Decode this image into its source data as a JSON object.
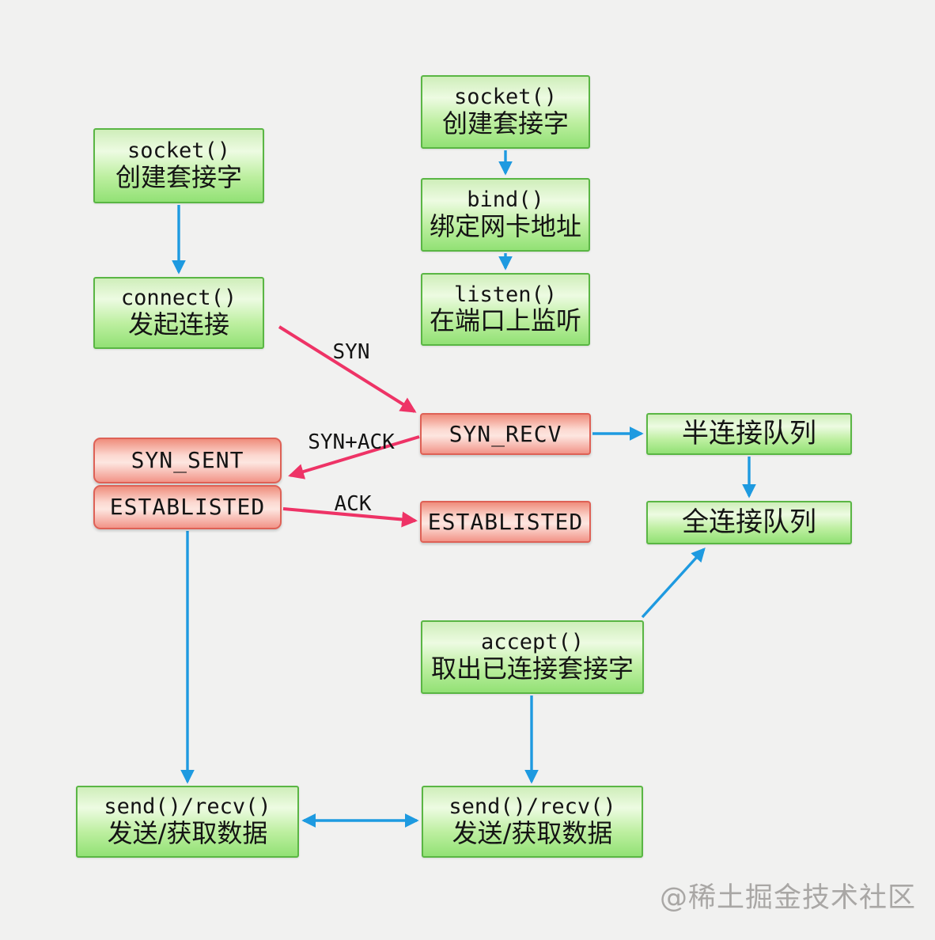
{
  "watermark": "@稀土掘金技术社区",
  "nodes": {
    "client_socket": {
      "code": "socket()",
      "desc": "创建套接字"
    },
    "connect": {
      "code": "connect()",
      "desc": "发起连接"
    },
    "server_socket": {
      "code": "socket()",
      "desc": "创建套接字"
    },
    "bind": {
      "code": "bind()",
      "desc": "绑定网卡地址"
    },
    "listen": {
      "code": "listen()",
      "desc": "在端口上监听"
    },
    "syn_sent": {
      "state": "SYN_SENT"
    },
    "established_client": {
      "state": "ESTABLISTED"
    },
    "syn_recv": {
      "state": "SYN_RECV"
    },
    "established_server": {
      "state": "ESTABLISTED"
    },
    "half_conn_queue": {
      "label": "半连接队列"
    },
    "full_conn_queue": {
      "label": "全连接队列"
    },
    "accept": {
      "code": "accept()",
      "desc": "取出已连接套接字"
    },
    "client_send_recv": {
      "code": "send()/recv()",
      "desc": "发送/获取数据"
    },
    "server_send_recv": {
      "code": "send()/recv()",
      "desc": "发送/获取数据"
    }
  },
  "edge_labels": {
    "syn": "SYN",
    "syn_ack": "SYN+ACK",
    "ack": "ACK"
  },
  "colors": {
    "arrow_blue": "#1e9ae0",
    "arrow_pink": "#ee3366",
    "green_border": "#5ab644",
    "red_border": "#de6156",
    "background": "#f1f1f0"
  }
}
